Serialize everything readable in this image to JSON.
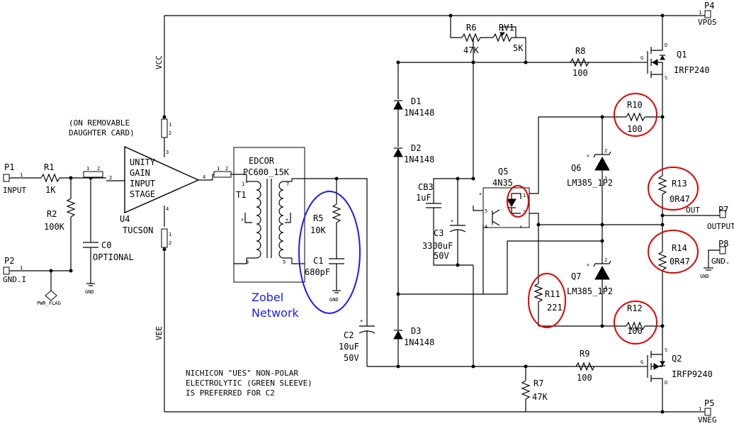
{
  "ports": {
    "P1": {
      "ref": "P1",
      "label": "INPUT",
      "pin": "1"
    },
    "P2": {
      "ref": "P2",
      "label": "GND.I",
      "pin": "1"
    },
    "P4": {
      "ref": "P4",
      "label": "VPOS",
      "pin": "1"
    },
    "P5": {
      "ref": "P5",
      "label": "VNEG",
      "pin": "1"
    },
    "P7": {
      "ref": "P7",
      "label": "OUTPUT",
      "pin": "1"
    },
    "P8": {
      "ref": "P8",
      "label": "GND.",
      "pin": "1"
    }
  },
  "rails": {
    "vcc": "VCC",
    "vee": "VEE",
    "out": "OUT",
    "gnd": "GND",
    "pwr_flag": "PWR_FLAG"
  },
  "input_stage": {
    "R1": {
      "ref": "R1",
      "value": "1K"
    },
    "R2": {
      "ref": "R2",
      "value": "100K"
    },
    "C0": {
      "ref": "C0",
      "value": "OPTIONAL"
    },
    "U4": {
      "ref": "U4",
      "value": "TUCSON",
      "lines": [
        "UNITY",
        "GAIN",
        "INPUT",
        "STAGE"
      ]
    },
    "note": [
      "(ON REMOVABLE",
      "DAUGHTER CARD)"
    ]
  },
  "transformer": {
    "ref": "T1",
    "make": "EDCOR",
    "value": "PC600_15K"
  },
  "zobel": {
    "R5": {
      "ref": "R5",
      "value": "10K"
    },
    "C1": {
      "ref": "C1",
      "value": "680pF"
    },
    "label": [
      "Zobel",
      "Network"
    ]
  },
  "C2": {
    "ref": "C2",
    "value": "10uF",
    "voltage": "50V"
  },
  "C2_note": [
    "NICHICON \"UES\" NON-POLAR",
    "ELECTROLYTIC (GREEN SLEEVE)",
    "IS PREFERRED FOR C2"
  ],
  "bias": {
    "R6": {
      "ref": "R6",
      "value": "47K"
    },
    "RV1": {
      "ref": "RV1",
      "value": "5K"
    },
    "R7": {
      "ref": "R7",
      "value": "47K"
    },
    "D1": {
      "ref": "D1",
      "value": "1N4148"
    },
    "D2": {
      "ref": "D2",
      "value": "1N4148"
    },
    "D3": {
      "ref": "D3",
      "value": "1N4148"
    },
    "CB3": {
      "ref": "CB3",
      "value": "1uF"
    },
    "C3": {
      "ref": "C3",
      "value": "3300uF",
      "voltage": "50V"
    },
    "Q5": {
      "ref": "Q5",
      "value": "4N35"
    },
    "R11": {
      "ref": "R11",
      "value": "221"
    }
  },
  "output": {
    "R8": {
      "ref": "R8",
      "value": "100"
    },
    "R9": {
      "ref": "R9",
      "value": "100"
    },
    "Q1": {
      "ref": "Q1",
      "value": "IRFP240"
    },
    "Q2": {
      "ref": "Q2",
      "value": "IRFP9240"
    },
    "R10": {
      "ref": "R10",
      "value": "100"
    },
    "R12": {
      "ref": "R12",
      "value": "100"
    },
    "R13": {
      "ref": "R13",
      "value": "0R47"
    },
    "R14": {
      "ref": "R14",
      "value": "0R47"
    },
    "Q6": {
      "ref": "Q6",
      "value": "LM385_1P2"
    },
    "Q7": {
      "ref": "Q7",
      "value": "LM385_1P2"
    }
  },
  "colors": {
    "wire": "#000000",
    "highlight_red": "#e00000",
    "zobel_blue": "#1a1aff"
  }
}
